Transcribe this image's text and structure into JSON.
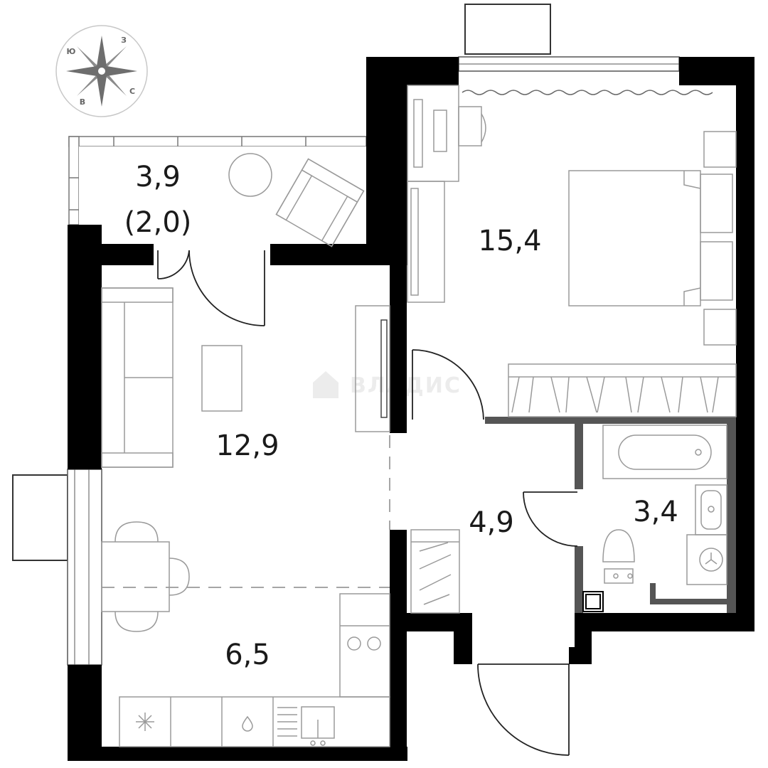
{
  "compass": {
    "north": "С",
    "south": "Ю",
    "east": "В",
    "west": "З"
  },
  "watermark": "ВЛАДИС",
  "rooms": [
    {
      "id": "balcony",
      "area": "3,9",
      "area_secondary": "(2,0)"
    },
    {
      "id": "bedroom",
      "area": "15,4"
    },
    {
      "id": "living-room",
      "area": "12,9"
    },
    {
      "id": "hallway",
      "area": "4,9"
    },
    {
      "id": "bathroom",
      "area": "3,4"
    },
    {
      "id": "kitchen",
      "area": "6,5"
    }
  ]
}
